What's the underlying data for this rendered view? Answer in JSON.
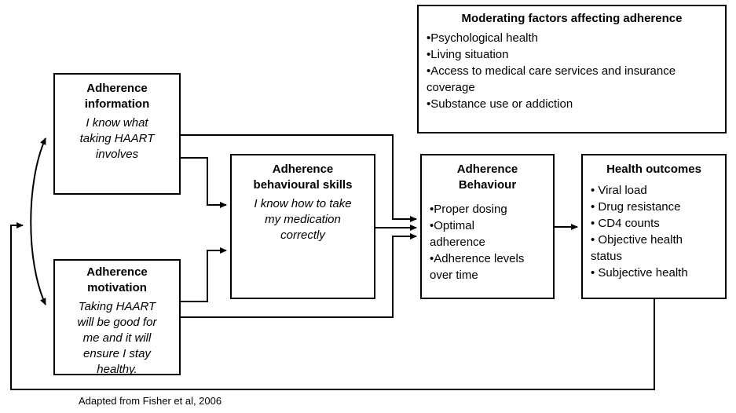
{
  "diagram": {
    "moderating": {
      "title": "Moderating factors affecting adherence",
      "items": [
        "Psychological health",
        "Living situation",
        "Access to medical care services and insurance\ncoverage",
        "Substance use or addiction"
      ]
    },
    "information": {
      "title": "Adherence\ninformation",
      "quote": "I know what\ntaking HAART\ninvolves"
    },
    "motivation": {
      "title": "Adherence\nmotivation",
      "quote": "Taking HAART\nwill be good for\nme and it will\nensure I stay\nhealthy."
    },
    "skills": {
      "title": "Adherence\nbehavioural skills",
      "quote": "I know how to take\nmy medication\ncorrectly"
    },
    "behaviour": {
      "title": "Adherence\nBehaviour",
      "items": [
        "Proper dosing",
        "Optimal\nadherence",
        "Adherence levels\nover time"
      ]
    },
    "outcomes": {
      "title": "Health outcomes",
      "items": [
        "Viral load",
        "Drug resistance",
        "CD4 counts",
        "Objective health\nstatus",
        "Subjective health"
      ]
    },
    "caption": "Adapted from Fisher et al, 2006",
    "colors": {
      "line": "#000000",
      "background": "#ffffff"
    }
  }
}
